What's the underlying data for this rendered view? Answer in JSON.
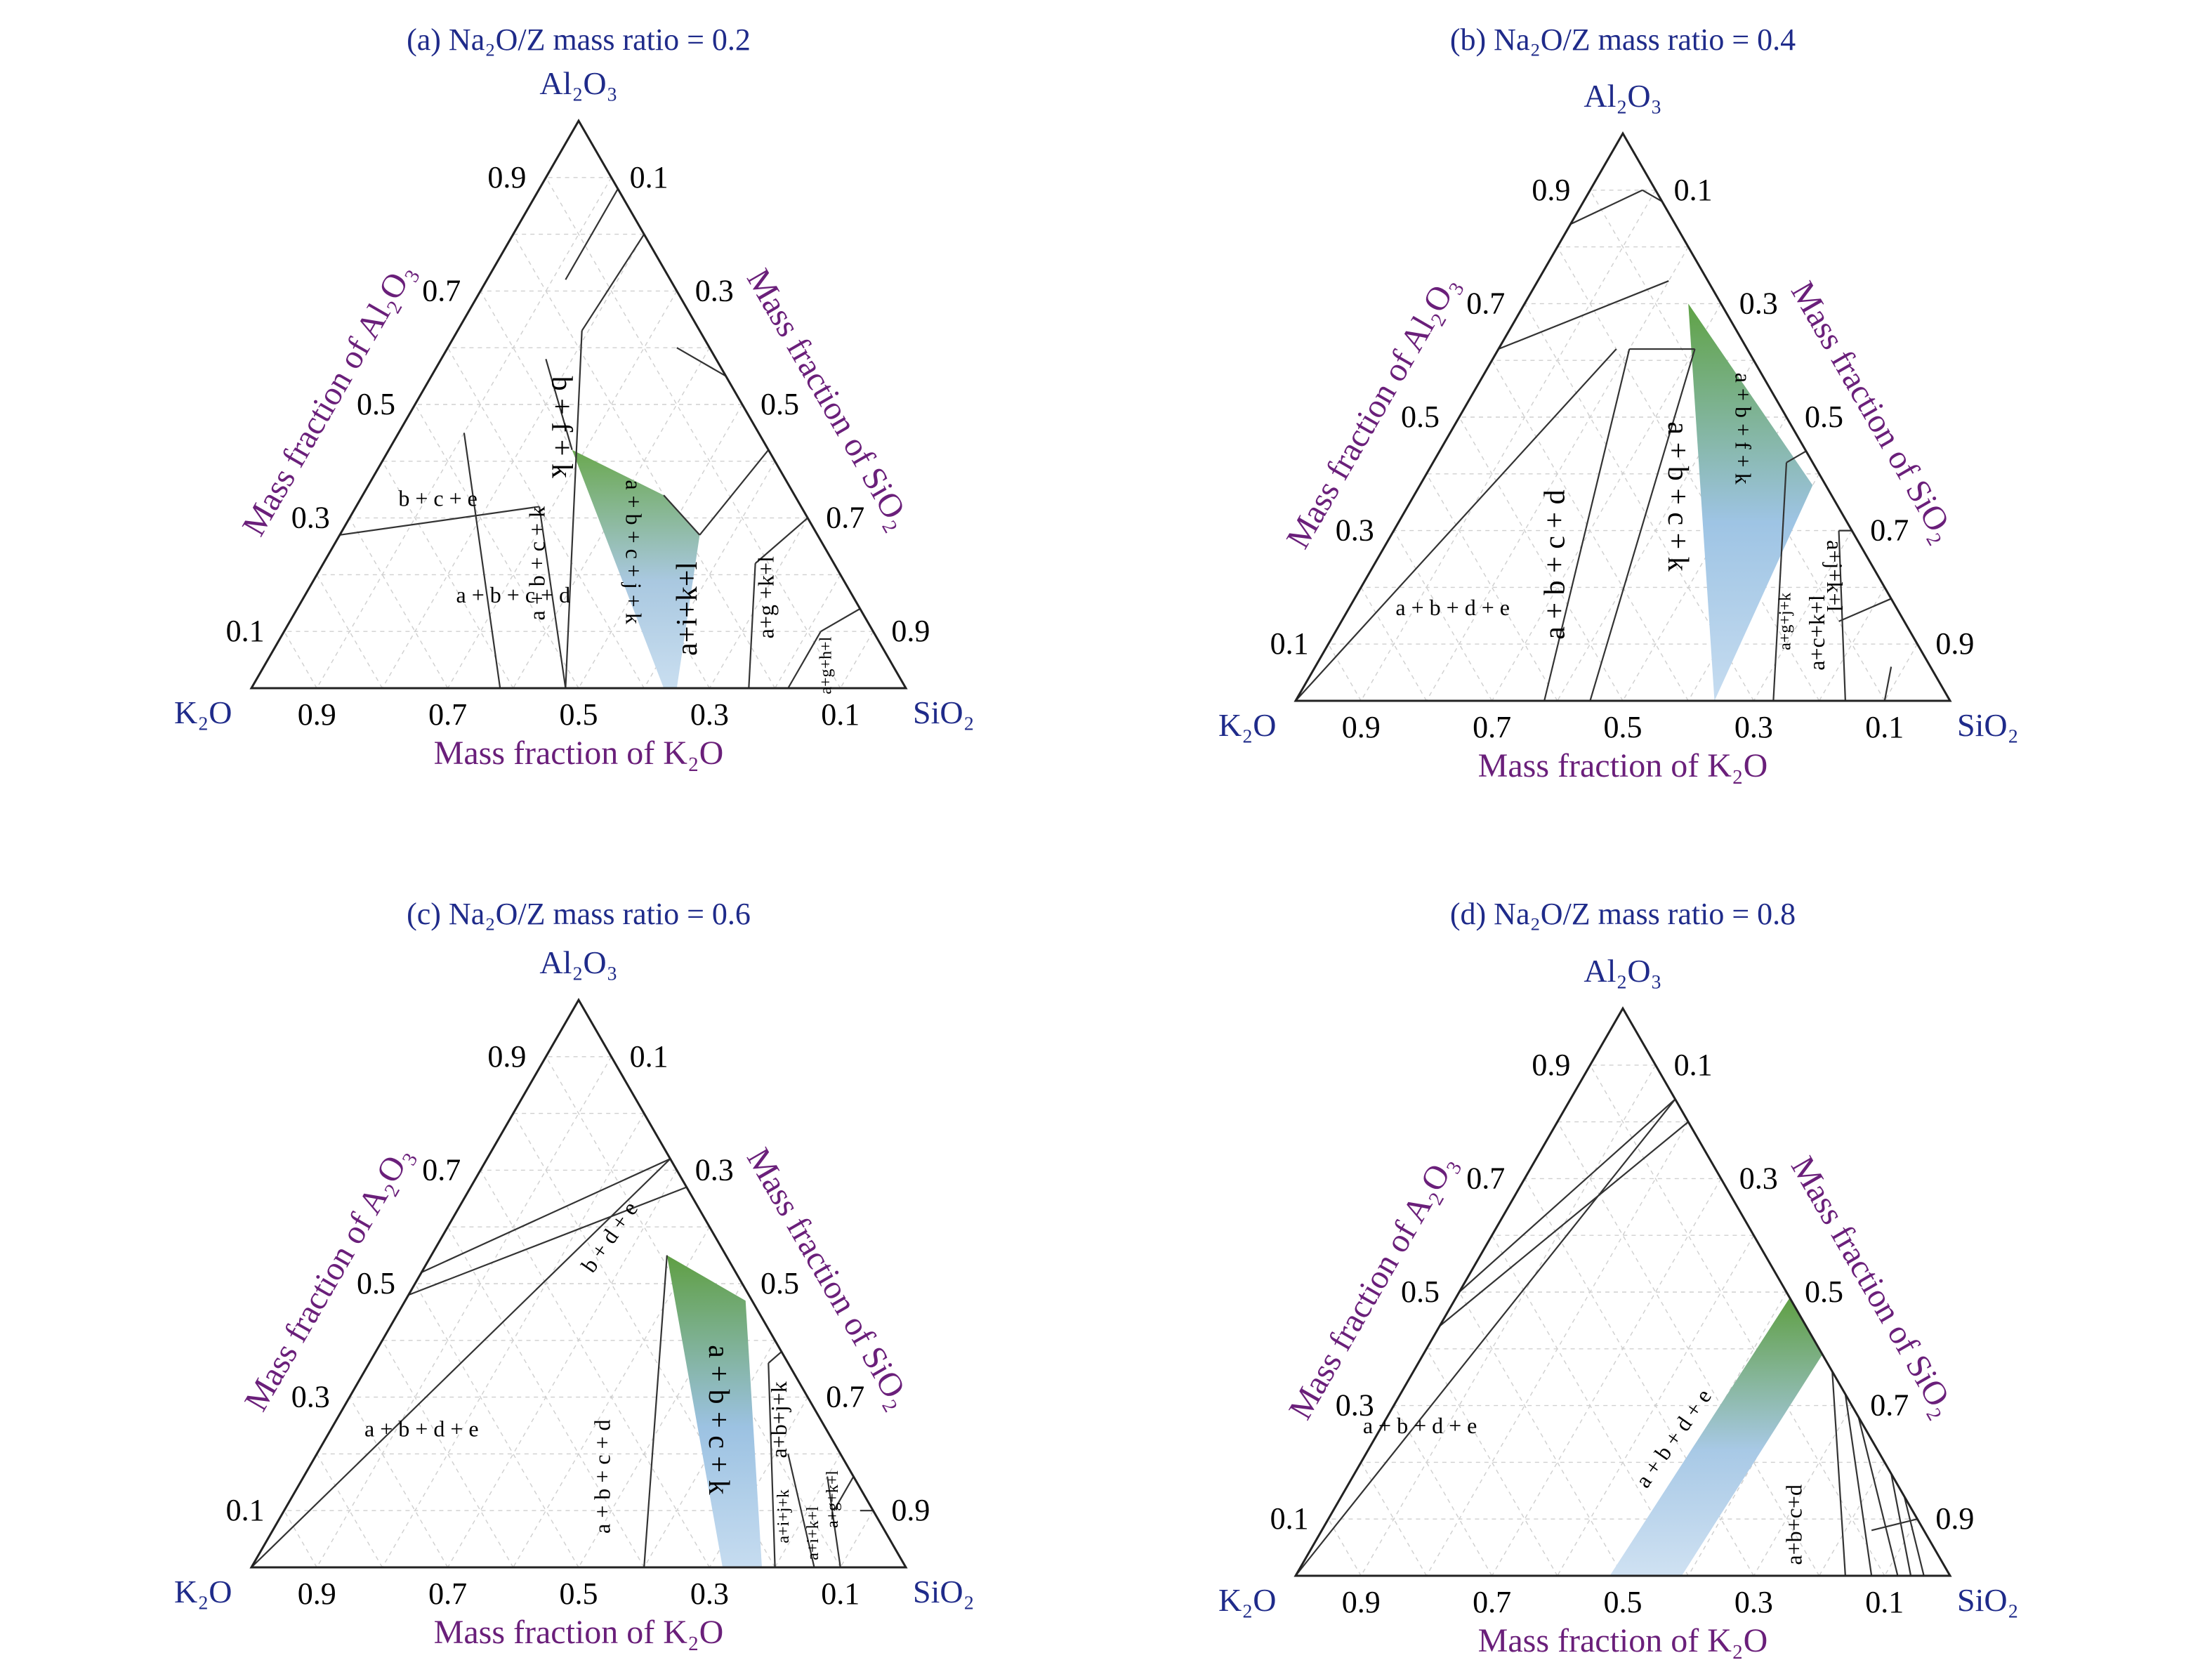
{
  "chart_data": [
    {
      "type": "ternary",
      "title": "(a) Na₂O/Z mass ratio = 0.2",
      "corners": {
        "top": "Al₂O₃",
        "left": "K₂O",
        "right": "SiO₂"
      },
      "axis_labels": {
        "left": "Mass fraction of Al₂O₃",
        "right": "Mass fraction of SiO₂",
        "bottom": "Mass fraction of K₂O"
      },
      "ticks": {
        "left": [
          "0.9",
          "0.7",
          "0.5",
          "0.3",
          "0.1"
        ],
        "right": [
          "0.1",
          "0.3",
          "0.5",
          "0.7",
          "0.9"
        ],
        "bottom": [
          "0.9",
          "0.7",
          "0.5",
          "0.3",
          "0.1"
        ]
      },
      "regions": [
        {
          "label": "b + f + k"
        },
        {
          "label": "b + c + e"
        },
        {
          "label": "a + b + c + d"
        },
        {
          "label": "a + b + c + k"
        },
        {
          "label": "a + b + c + j + k"
        },
        {
          "label": "a+i+k+l"
        },
        {
          "label": "a+g +k+l"
        },
        {
          "label": "a+g+h+l"
        }
      ],
      "highlight": {
        "label": "a + b + c + j + k",
        "vertices_K2O_Al2O3_SiO2": [
          [
            0.3,
            0.42,
            0.28
          ],
          [
            0.2,
            0.34,
            0.46
          ],
          [
            0.18,
            0.27,
            0.55
          ],
          [
            0.35,
            0.0,
            0.65
          ],
          [
            0.37,
            0.0,
            0.63
          ]
        ]
      }
    },
    {
      "type": "ternary",
      "title": "(b) Na₂O/Z mass ratio = 0.4",
      "corners": {
        "top": "Al₂O₃",
        "left": "K₂O",
        "right": "SiO₂"
      },
      "axis_labels": {
        "left": "Mass fraction of Al₂O₃",
        "right": "Mass fraction of SiO₂",
        "bottom": "Mass fraction of K₂O"
      },
      "ticks": {
        "left": [
          "0.9",
          "0.7",
          "0.5",
          "0.3",
          "0.1"
        ],
        "right": [
          "0.1",
          "0.3",
          "0.5",
          "0.7",
          "0.9"
        ],
        "bottom": [
          "0.9",
          "0.7",
          "0.5",
          "0.3",
          "0.1"
        ]
      },
      "regions": [
        {
          "label": "a + b + d + e"
        },
        {
          "label": "a + b + c + d"
        },
        {
          "label": "a + b + c + k"
        },
        {
          "label": "a + b + f + k"
        },
        {
          "label": "a+g+j+k"
        },
        {
          "label": "a+c+k+l"
        },
        {
          "label": "a+j+k+l"
        }
      ],
      "highlight": {
        "label": "a + b + c + k",
        "vertices_K2O_Al2O3_SiO2": [
          [
            0.05,
            0.7,
            0.25
          ],
          [
            0.36,
            0.0,
            0.64
          ],
          [
            0.02,
            0.38,
            0.6
          ]
        ]
      }
    },
    {
      "type": "ternary",
      "title": "(c) Na₂O/Z mass ratio = 0.6",
      "corners": {
        "top": "Al₂O₃",
        "left": "K₂O",
        "right": "SiO₂"
      },
      "axis_labels": {
        "left": "Mass fraction of A₂O₃",
        "right": "Mass fraction of SiO₂",
        "bottom": "Mass fraction of K₂O"
      },
      "ticks": {
        "left": [
          "0.9",
          "0.7",
          "0.5",
          "0.3",
          "0.1"
        ],
        "right": [
          "0.1",
          "0.3",
          "0.5",
          "0.7",
          "0.9"
        ],
        "bottom": [
          "0.9",
          "0.7",
          "0.5",
          "0.3",
          "0.1"
        ]
      },
      "regions": [
        {
          "label": "b + d + e"
        },
        {
          "label": "a + b + d + e"
        },
        {
          "label": "a + b + c + d"
        },
        {
          "label": "a + b + c + k"
        },
        {
          "label": "a+b+j+k"
        },
        {
          "label": "a+i+j+k"
        },
        {
          "label": "a+i+k+l"
        },
        {
          "label": "a+g+k+l"
        }
      ],
      "highlight": {
        "label": "a + b + c + k",
        "vertices_K2O_Al2O3_SiO2": [
          [
            0.09,
            0.55,
            0.36
          ],
          [
            0.01,
            0.47,
            0.52
          ],
          [
            0.22,
            0.0,
            0.78
          ],
          [
            0.28,
            0.0,
            0.72
          ]
        ]
      }
    },
    {
      "type": "ternary",
      "title": "(d) Na₂O/Z mass ratio = 0.8",
      "corners": {
        "top": "Al₂O₃",
        "left": "K₂O",
        "right": "SiO₂"
      },
      "axis_labels": {
        "left": "Mass fraction of A₂O₃",
        "right": "Mass fraction of SiO₂",
        "bottom": "Mass fraction of K₂O"
      },
      "ticks": {
        "left": [
          "0.9",
          "0.7",
          "0.5",
          "0.3",
          "0.1"
        ],
        "right": [
          "0.1",
          "0.3",
          "0.5",
          "0.7",
          "0.9"
        ],
        "bottom": [
          "0.9",
          "0.7",
          "0.5",
          "0.3",
          "0.1"
        ]
      },
      "regions": [
        {
          "label": "a + b + d + e"
        },
        {
          "label": "a + b + d + e"
        },
        {
          "label": "a+b+c+d"
        }
      ],
      "highlight": {
        "label": "a + b + d + e",
        "vertices_K2O_Al2O3_SiO2": [
          [
            0.0,
            0.49,
            0.51
          ],
          [
            0.0,
            0.39,
            0.61
          ],
          [
            0.41,
            0.0,
            0.59
          ],
          [
            0.52,
            0.0,
            0.48
          ]
        ]
      }
    }
  ]
}
